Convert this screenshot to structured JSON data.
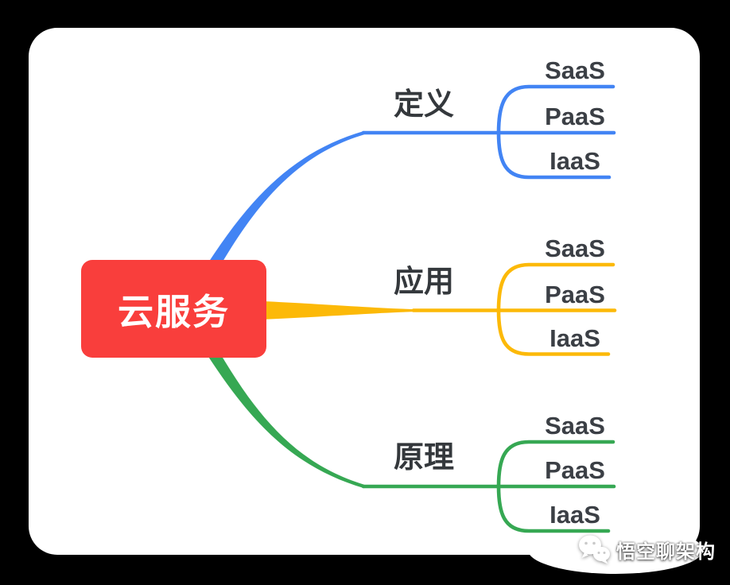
{
  "colors": {
    "background": "#000000",
    "card": "#ffffff",
    "root_node": "#f93e3c",
    "root_text": "#ffffff",
    "branch_definition": "#4284f4",
    "branch_application": "#fcb908",
    "branch_principle": "#36a853",
    "label_text": "#34383c"
  },
  "mindmap": {
    "root": {
      "label": "云服务"
    },
    "branches": [
      {
        "label": "定义",
        "color": "#4284f4",
        "children": [
          "SaaS",
          "PaaS",
          "IaaS"
        ]
      },
      {
        "label": "应用",
        "color": "#fcb908",
        "children": [
          "SaaS",
          "PaaS",
          "IaaS"
        ]
      },
      {
        "label": "原理",
        "color": "#36a853",
        "children": [
          "SaaS",
          "PaaS",
          "IaaS"
        ]
      }
    ]
  },
  "watermark": {
    "text": "悟空聊架构",
    "icon": "wechat-logo-icon"
  }
}
